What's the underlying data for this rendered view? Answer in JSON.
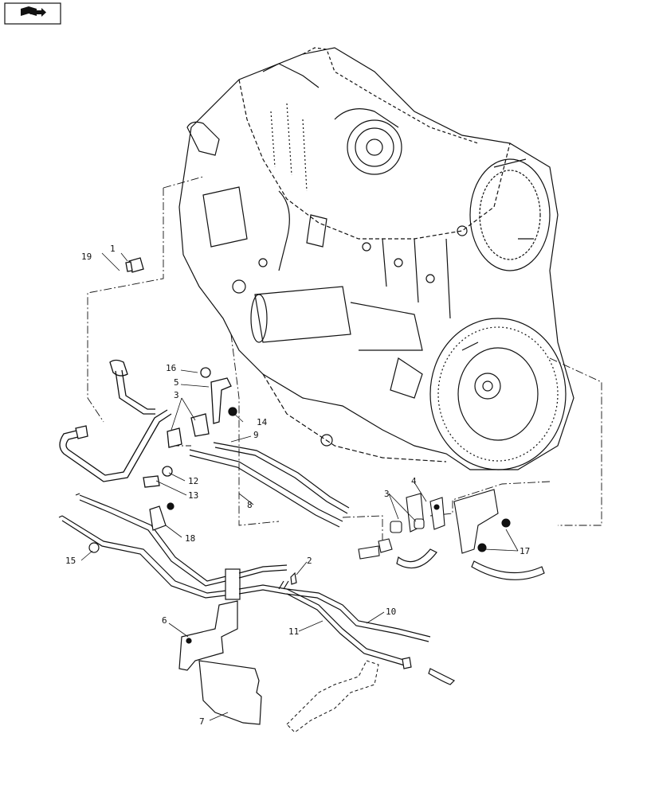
{
  "nav_icon": "book-arrow-icon",
  "colors": {
    "line": "#111111",
    "background": "#ffffff"
  },
  "callouts": {
    "c1": "1",
    "c2": "2",
    "c3a": "3",
    "c3b": "3",
    "c4": "4",
    "c5": "5",
    "c6": "6",
    "c7": "7",
    "c8": "8",
    "c9": "9",
    "c10": "10",
    "c11": "11",
    "c12": "12",
    "c13": "13",
    "c14": "14",
    "c15": "15",
    "c16": "16",
    "c17": "17",
    "c18": "18",
    "c19": "19"
  }
}
